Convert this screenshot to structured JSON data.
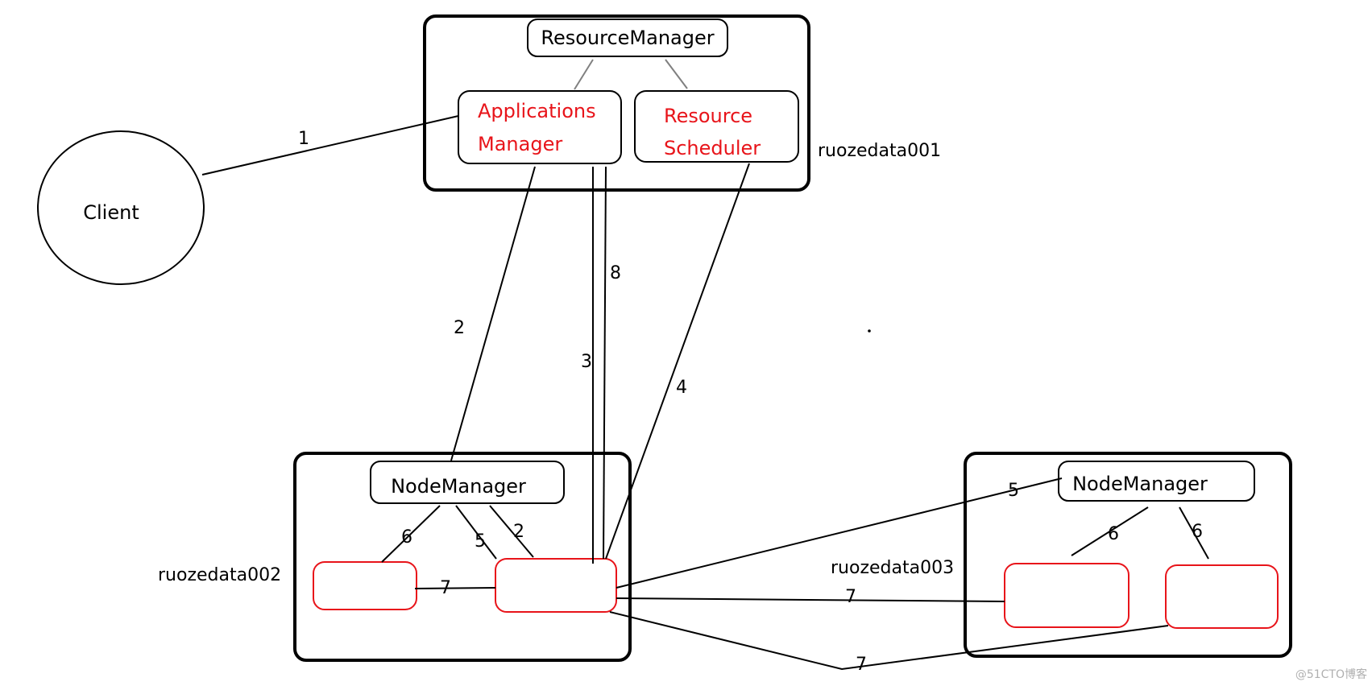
{
  "nodes": {
    "resource_manager": "ResourceManager",
    "applications_manager": [
      "Applications",
      "Manager"
    ],
    "resource_scheduler": [
      "Resource",
      "Scheduler"
    ],
    "client": "Client",
    "node_manager_1": "NodeManager",
    "node_manager_2": "NodeManager"
  },
  "hosts": {
    "host1": "ruozedata001",
    "host2": "ruozedata002",
    "host3": "ruozedata003"
  },
  "edges": {
    "e1": "1",
    "e2a": "2",
    "e2b": "2",
    "e3": "3",
    "e4": "4",
    "e5a": "5",
    "e5b": "5",
    "e6a": "6",
    "e6b": "6",
    "e6c": "6",
    "e7a": "7",
    "e7b": "7",
    "e7c": "7",
    "e8": "8"
  },
  "watermark": "@51CTO博客",
  "colors": {
    "line": "#000000",
    "accent": "#e8141a",
    "connector_gray": "#808080"
  }
}
